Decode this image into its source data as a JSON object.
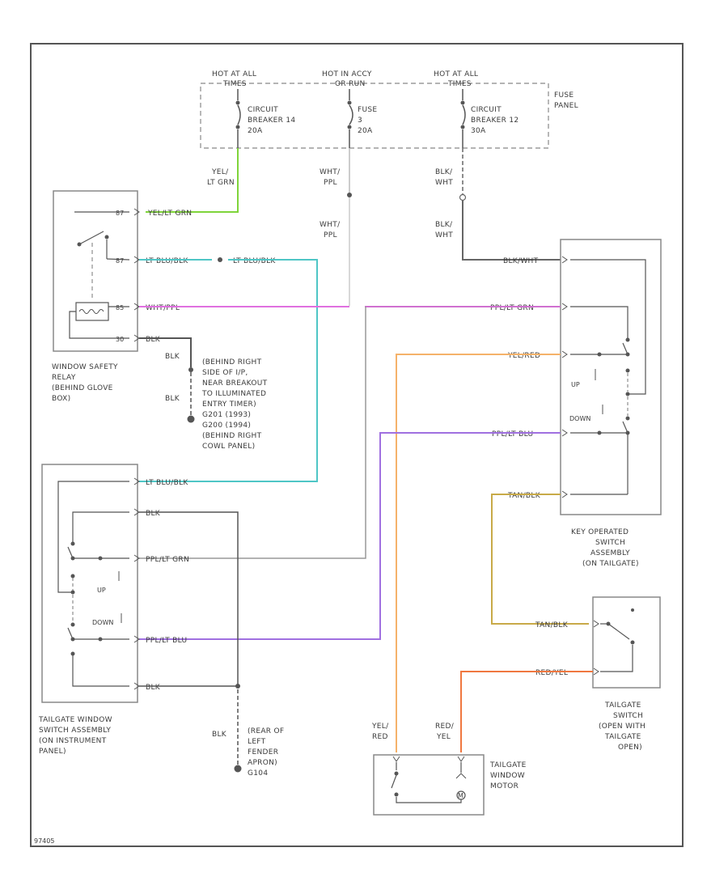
{
  "fuse_panel": {
    "label_1": "FUSE",
    "label_2": "PANEL",
    "circuits": [
      {
        "hot_line1": "HOT AT ALL",
        "hot_line2": "TIMES",
        "device_line1": "CIRCUIT",
        "device_line2": "BREAKER 14",
        "device_line3": "20A"
      },
      {
        "hot_line1": "HOT IN ACCY",
        "hot_line2": "OR RUN",
        "device_line1": "FUSE",
        "device_line2": "3",
        "device_line3": "20A"
      },
      {
        "hot_line1": "HOT AT ALL",
        "hot_line2": "TIMES",
        "device_line1": "CIRCUIT",
        "device_line2": "BREAKER 12",
        "device_line3": "30A"
      }
    ]
  },
  "wires": {
    "yel_lt_grn_l1": "YEL/",
    "yel_lt_grn_l2": "LT GRN",
    "wht_ppl_a_l1": "WHT/",
    "wht_ppl_a_l2": "PPL",
    "wht_ppl_b_l1": "WHT/",
    "wht_ppl_b_l2": "PPL",
    "blk_wht_a_l1": "BLK/",
    "blk_wht_a_l2": "WHT",
    "blk_wht_b_l1": "BLK/",
    "blk_wht_b_l2": "WHT",
    "yel_lt_grn": "YEL/LT GRN",
    "lt_blu_blk_a": "LT BLU/BLK",
    "lt_blu_blk_b": "LT BLU/BLK",
    "wht_ppl": "WHT/PPL",
    "blk_a": "BLK",
    "blk_b": "BLK",
    "blk_c": "BLK",
    "blk_wht": "BLK/WHT",
    "ppl_lt_grn_right": "PPL/LT GRN",
    "yel_red": "YEL/RED",
    "ppl_lt_blu_right": "PPL/LT BLU",
    "tan_blk_a": "TAN/BLK",
    "tan_blk_b": "TAN/BLK",
    "red_yel": "RED/YEL",
    "lt_blu_blk_left": "LT BLU/BLK",
    "blk_left_top": "BLK",
    "ppl_lt_grn_left": "PPL/LT GRN",
    "ppl_lt_blu_left": "PPL/LT BLU",
    "blk_left_bottom": "BLK",
    "blk_vert": "BLK",
    "yel_red_motor_l1": "YEL/",
    "yel_red_motor_l2": "RED",
    "red_yel_motor_l1": "RED/",
    "red_yel_motor_l2": "YEL"
  },
  "components": {
    "relay_pins": [
      "87",
      "87",
      "85",
      "30"
    ],
    "relay_label": [
      "WINDOW SAFETY",
      "RELAY",
      "(BEHIND GLOVE",
      "BOX)"
    ],
    "ground1_label": [
      "(BEHIND RIGHT",
      "SIDE OF I/P,",
      "NEAR BREAKOUT",
      "TO ILLUMINATED",
      "ENTRY TIMER)",
      "G201 (1993)",
      "G200 (1994)",
      "(BEHIND RIGHT",
      "COWL PANEL)"
    ],
    "key_switch_label": [
      "KEY OPERATED",
      "SWITCH",
      "ASSEMBLY",
      "(ON TAILGATE)"
    ],
    "key_up": "UP",
    "key_down": "DOWN",
    "left_up": "UP",
    "left_down": "DOWN",
    "tailgate_switch_label": [
      "TAILGATE",
      "SWITCH",
      "(OPEN WITH",
      "TAILGATE",
      "OPEN)"
    ],
    "tw_switch_label": [
      "TAILGATE WINDOW",
      "SWITCH ASSEMBLY",
      "(ON INSTRUMENT",
      "PANEL)"
    ],
    "ground2_label": [
      "(REAR OF",
      "LEFT",
      "FENDER",
      "APRON)",
      "G104"
    ],
    "motor_label": [
      "TAILGATE",
      "WINDOW",
      "MOTOR"
    ]
  },
  "figure_id": "97405"
}
